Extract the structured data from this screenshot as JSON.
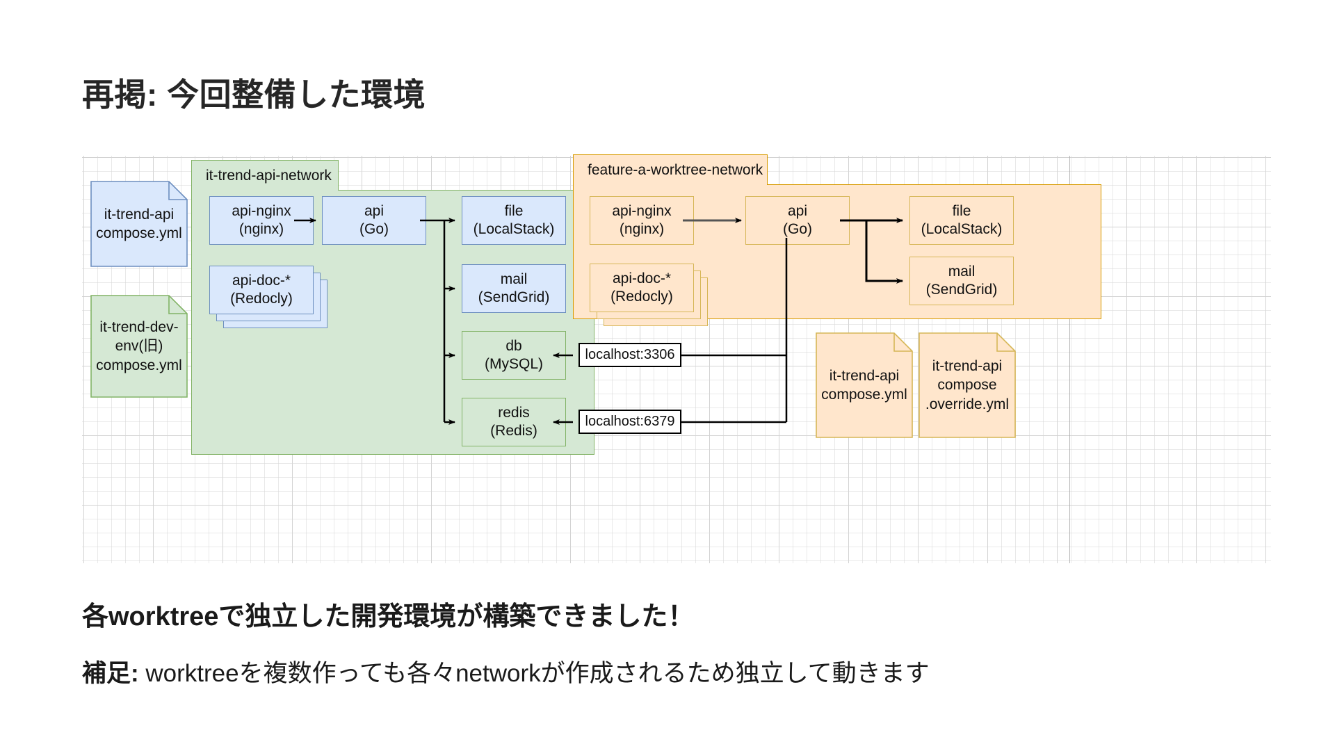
{
  "slide": {
    "title": "再掲: 今回整備した環境",
    "caption_main": "各worktreeで独立した開発環境が構築できました！",
    "caption_sub_lead": "補足:",
    "caption_sub_rest": " worktreeを複数作っても各々networkが作成されるため独立して動きます"
  },
  "colors": {
    "blue_fill": "#dae8fc",
    "blue_stroke": "#6c8ebf",
    "green_fill": "#d5e8d4",
    "green_stroke": "#82b366",
    "orange_fill": "#ffe6cc",
    "orange_stroke": "#d79b00",
    "orange_box_stroke": "#d6b656",
    "arrow": "#000000"
  },
  "diagram": {
    "left_notes": [
      {
        "line1": "it-trend-api",
        "line2": "compose.yml",
        "style": "blue"
      },
      {
        "line1": "it-trend-dev-",
        "line2": "env(旧)",
        "line3": "compose.yml",
        "style": "green"
      }
    ],
    "networks": [
      {
        "name": "it-trend-api-network",
        "style": "green",
        "nodes": [
          {
            "id": "api-nginx",
            "line1": "api-nginx",
            "line2": "(nginx)",
            "style": "blue",
            "shape": "box"
          },
          {
            "id": "api",
            "line1": "api",
            "line2": "(Go)",
            "style": "blue",
            "shape": "box"
          },
          {
            "id": "api-doc",
            "line1": "api-doc-*",
            "line2": "(Redocly)",
            "style": "blue",
            "shape": "stack"
          },
          {
            "id": "file",
            "line1": "file",
            "line2": "(LocalStack)",
            "style": "blue",
            "shape": "box"
          },
          {
            "id": "mail",
            "line1": "mail",
            "line2": "(SendGrid)",
            "style": "blue",
            "shape": "box"
          },
          {
            "id": "db",
            "line1": "db",
            "line2": "(MySQL)",
            "style": "green",
            "shape": "box"
          },
          {
            "id": "redis",
            "line1": "redis",
            "line2": "(Redis)",
            "style": "green",
            "shape": "box"
          }
        ]
      },
      {
        "name": "feature-a-worktree-network",
        "style": "orange",
        "nodes": [
          {
            "id": "api-nginx",
            "line1": "api-nginx",
            "line2": "(nginx)",
            "style": "orange",
            "shape": "box"
          },
          {
            "id": "api",
            "line1": "api",
            "line2": "(Go)",
            "style": "orange",
            "shape": "box"
          },
          {
            "id": "api-doc",
            "line1": "api-doc-*",
            "line2": "(Redocly)",
            "style": "orange",
            "shape": "stack"
          },
          {
            "id": "file",
            "line1": "file",
            "line2": "(LocalStack)",
            "style": "orange",
            "shape": "box"
          },
          {
            "id": "mail",
            "line1": "mail",
            "line2": "(SendGrid)",
            "style": "orange",
            "shape": "box"
          }
        ]
      }
    ],
    "port_labels": [
      {
        "id": "mysql-port",
        "text": "localhost:3306"
      },
      {
        "id": "redis-port",
        "text": "localhost:6379"
      }
    ],
    "right_notes": [
      {
        "line1": "it-trend-api",
        "line2": "compose.yml",
        "style": "orange"
      },
      {
        "line1": "it-trend-api",
        "line2": "compose",
        "line3": ".override.yml",
        "style": "orange"
      }
    ]
  }
}
